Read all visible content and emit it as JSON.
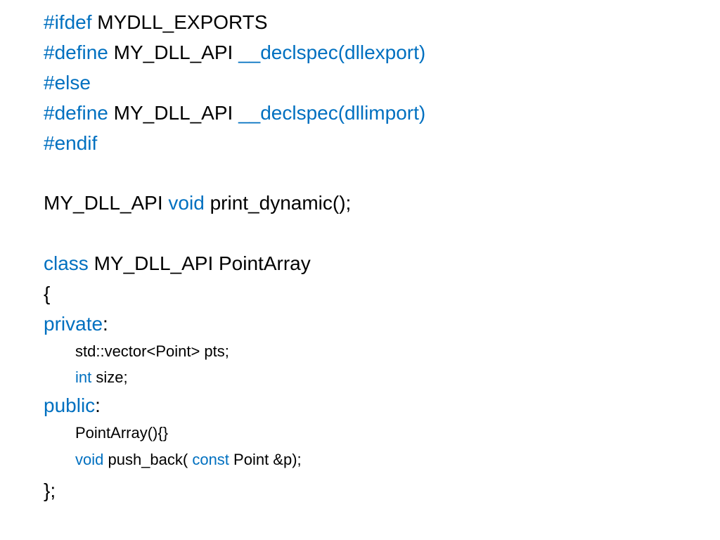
{
  "colors": {
    "keyword": "#0070c0",
    "text": "#000000",
    "background": "#ffffff"
  },
  "lines": [
    {
      "segments": [
        {
          "text": "#ifdef",
          "kind": "keyword"
        },
        {
          "text": " MYDLL_EXPORTS",
          "kind": "text"
        }
      ]
    },
    {
      "segments": [
        {
          "text": "#define",
          "kind": "keyword"
        },
        {
          "text": " MY_DLL_API ",
          "kind": "text"
        },
        {
          "text": "__declspec(dllexport)",
          "kind": "keyword"
        }
      ]
    },
    {
      "segments": [
        {
          "text": "#else",
          "kind": "keyword"
        }
      ]
    },
    {
      "segments": [
        {
          "text": "#define",
          "kind": "keyword"
        },
        {
          "text": " MY_DLL_API ",
          "kind": "text"
        },
        {
          "text": "__declspec(dllimport)",
          "kind": "keyword"
        }
      ]
    },
    {
      "segments": [
        {
          "text": "#endif",
          "kind": "keyword"
        }
      ]
    },
    {
      "segments": [
        {
          "text": "MY_DLL_API ",
          "kind": "text"
        },
        {
          "text": "void",
          "kind": "keyword"
        },
        {
          "text": " print_dynamic();",
          "kind": "text"
        }
      ]
    },
    {
      "segments": [
        {
          "text": "class",
          "kind": "keyword"
        },
        {
          "text": " MY_DLL_API PointArray",
          "kind": "text"
        }
      ]
    },
    {
      "segments": [
        {
          "text": "{",
          "kind": "text"
        }
      ]
    },
    {
      "segments": [
        {
          "text": "private",
          "kind": "keyword"
        },
        {
          "text": ":",
          "kind": "text"
        }
      ]
    },
    {
      "segments": [
        {
          "text": "std::vector<Point> pts;",
          "kind": "text"
        }
      ]
    },
    {
      "segments": [
        {
          "text": "int",
          "kind": "keyword"
        },
        {
          "text": " size;",
          "kind": "text"
        }
      ]
    },
    {
      "segments": [
        {
          "text": "public",
          "kind": "keyword"
        },
        {
          "text": ":",
          "kind": "text"
        }
      ]
    },
    {
      "segments": [
        {
          "text": "PointArray(){}",
          "kind": "text"
        }
      ]
    },
    {
      "segments": [
        {
          "text": "void",
          "kind": "keyword"
        },
        {
          "text": " push_back( ",
          "kind": "text"
        },
        {
          "text": "const",
          "kind": "keyword"
        },
        {
          "text": " Point &p);",
          "kind": "text"
        }
      ]
    },
    {
      "segments": [
        {
          "text": "};",
          "kind": "text"
        }
      ]
    }
  ]
}
